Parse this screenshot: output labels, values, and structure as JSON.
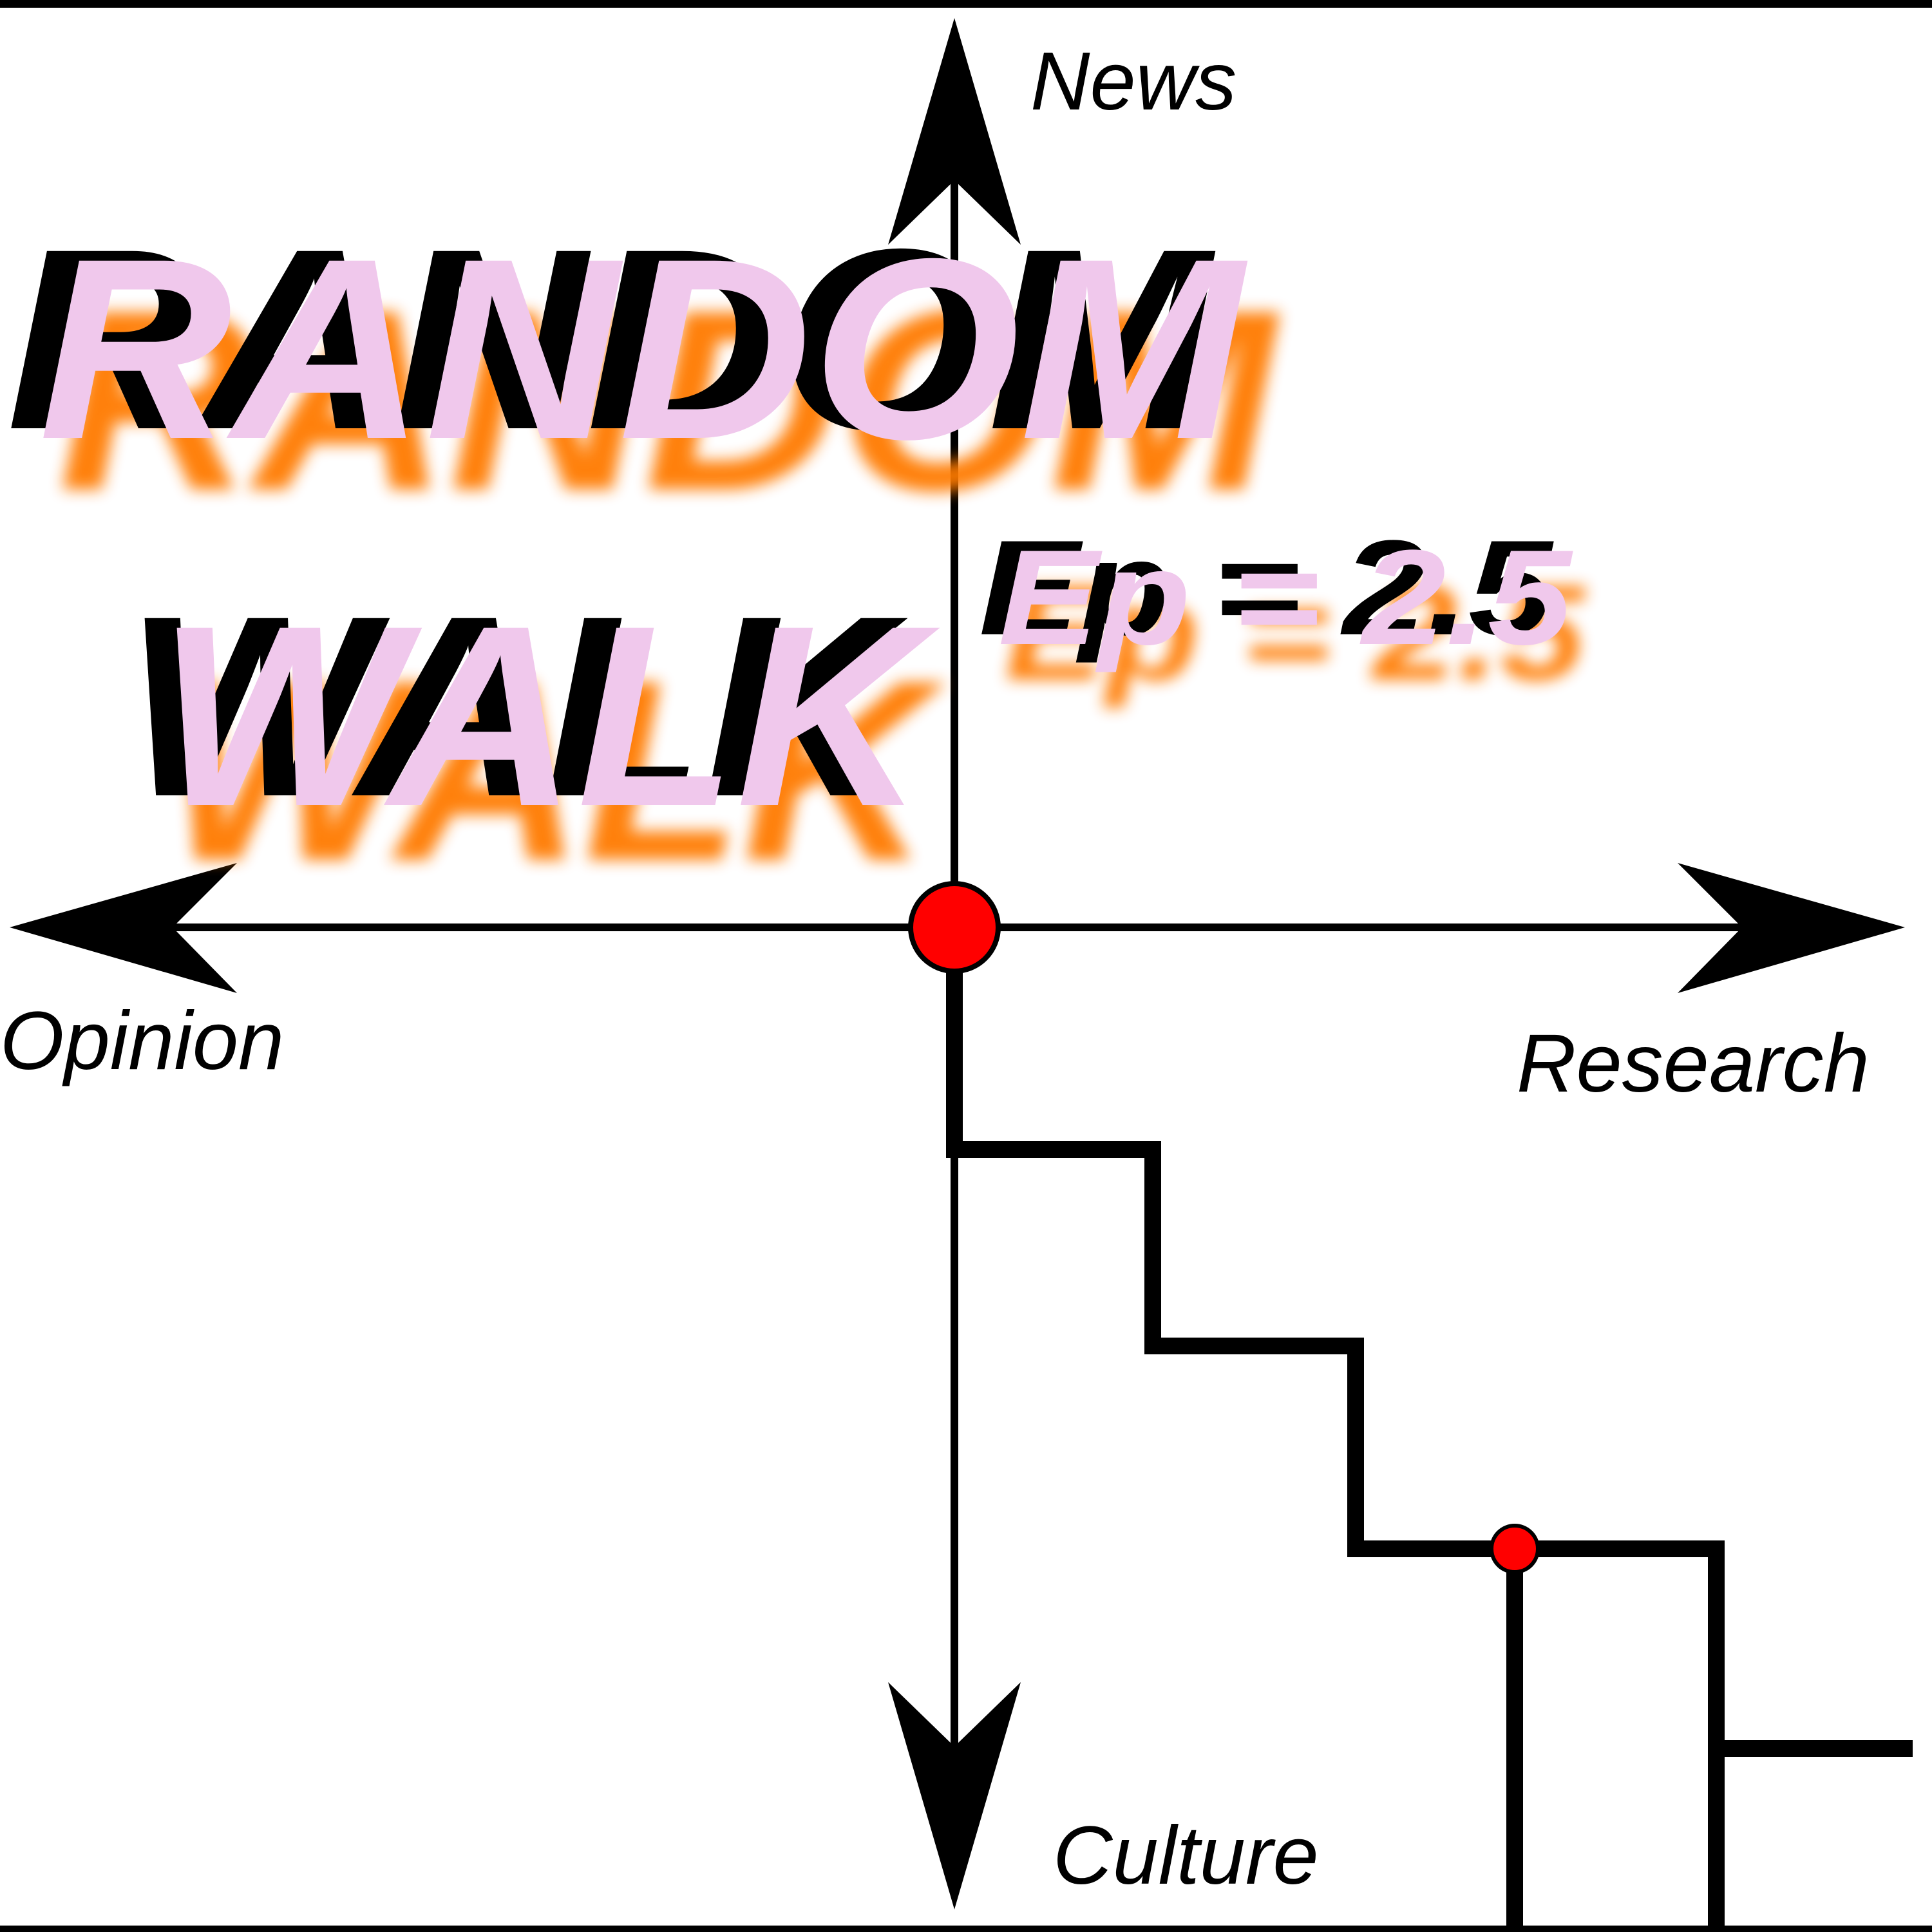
{
  "axes": {
    "up": "News",
    "down": "Culture",
    "left": "Opinion",
    "right": "Research"
  },
  "title": {
    "line1": "RANDOM",
    "line2": "WALK",
    "episode": "Ep = 2.5"
  },
  "colors": {
    "ink": "#000000",
    "pink": "#f0c8ec",
    "orange": "#ff7a00",
    "dot": "#ff0000",
    "background": "#ffffff"
  }
}
